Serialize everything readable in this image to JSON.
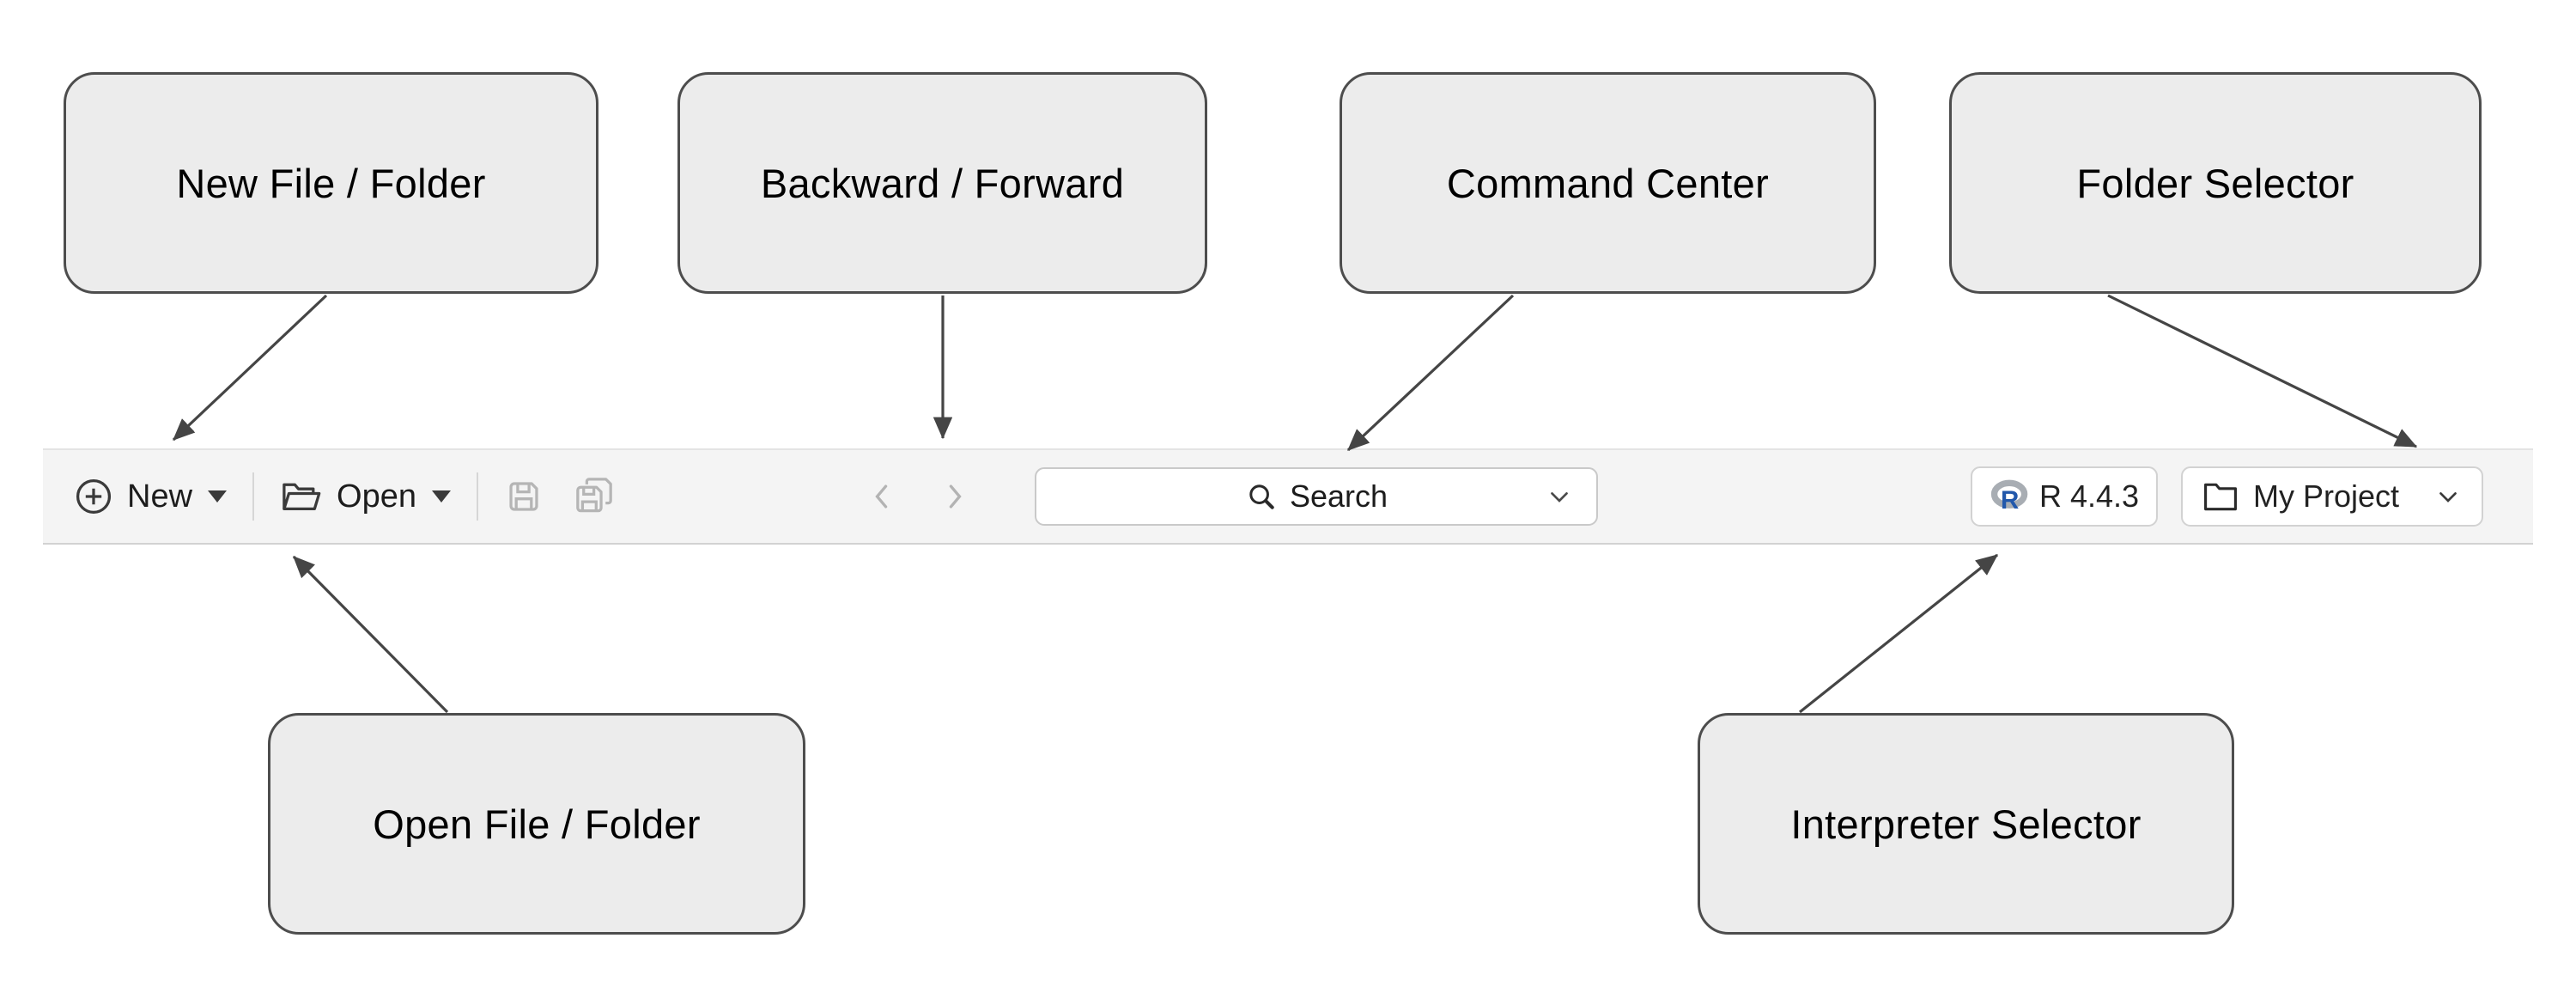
{
  "callouts": [
    {
      "label": "New File / Folder"
    },
    {
      "label": "Backward / Forward"
    },
    {
      "label": "Command Center"
    },
    {
      "label": "Folder Selector"
    },
    {
      "label": "Open File / Folder"
    },
    {
      "label": "Interpreter Selector"
    }
  ],
  "toolbar": {
    "new_label": "New",
    "open_label": "Open",
    "search_label": "Search",
    "interpreter_label": "R 4.4.3",
    "interpreter_logo_letter": "R",
    "project_label": "My Project"
  },
  "colors": {
    "callout_fill": "#ececec",
    "callout_border": "#4d4d4d",
    "toolbar_fill": "#f4f4f4",
    "button_fill": "#ffffff",
    "button_border": "#d2d2d2",
    "arrow": "#454545",
    "enabled_icon": "#3a3a3a",
    "disabled_icon": "#b5b5b5",
    "r_logo_blue": "#2258ab",
    "r_logo_ring": "#a8adb3"
  }
}
